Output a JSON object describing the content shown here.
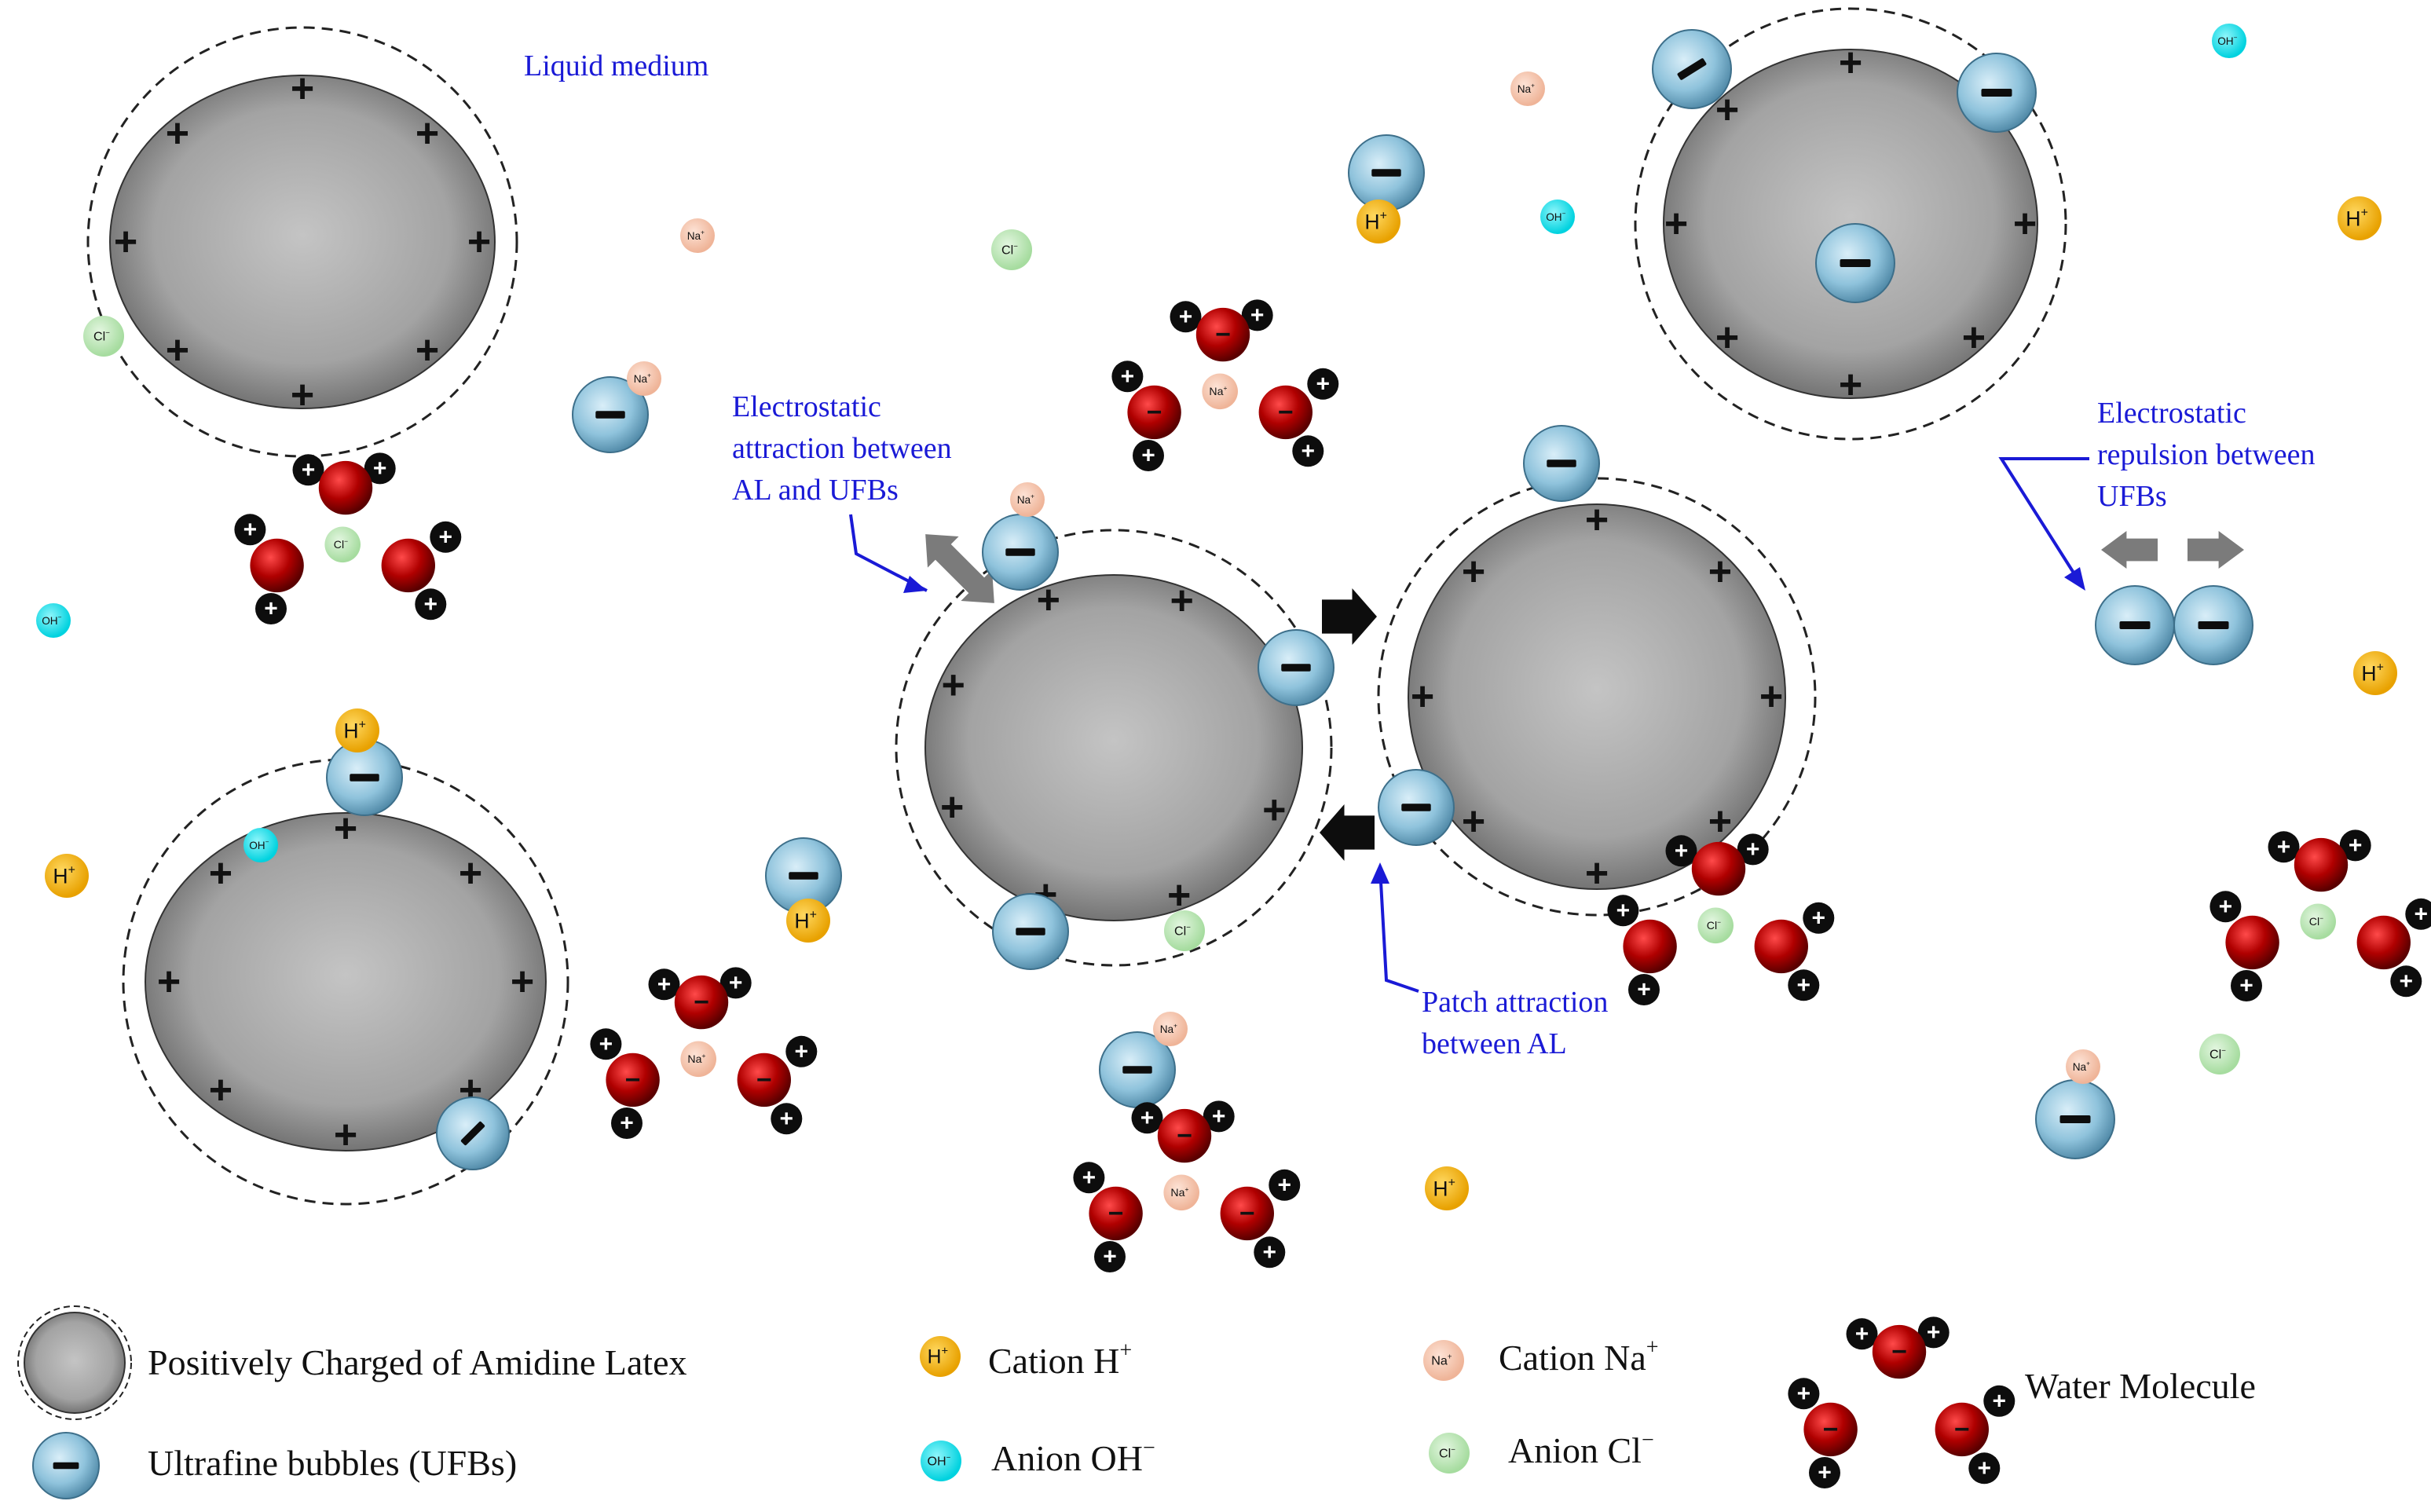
{
  "colors": {
    "latex_fill": "#9a9a9a",
    "ufb_fill": "#8fc3dc",
    "cation_h": "#f5b400",
    "cation_na": "#f6c7b0",
    "anion_oh": "#19e6f0",
    "anion_cl": "#b9e6b4",
    "water_oxygen": "#b00000",
    "annotation": "#1a1ad6"
  },
  "labels": {
    "medium": "Liquid medium",
    "attraction": [
      "Electrostatic",
      "attraction between",
      "AL and UFBs"
    ],
    "repulsion": [
      "Electrostatic",
      "repulsion between",
      "UFBs"
    ],
    "patch": [
      "Patch attraction",
      "between AL"
    ]
  },
  "ions": {
    "h": "H",
    "na": "Na",
    "oh": "OH",
    "cl": "Cl",
    "plus": "+",
    "minus": "−"
  },
  "legend": {
    "latex": "Positively Charged of Amidine Latex",
    "ufb": "Ultrafine bubbles (UFBs)",
    "cation_h": "Cation H",
    "anion_oh": "Anion OH",
    "cation_na": "Cation Na",
    "anion_cl": "Anion Cl",
    "sup_plus": "+",
    "sup_minus": "−",
    "water": "Water Molecule"
  }
}
